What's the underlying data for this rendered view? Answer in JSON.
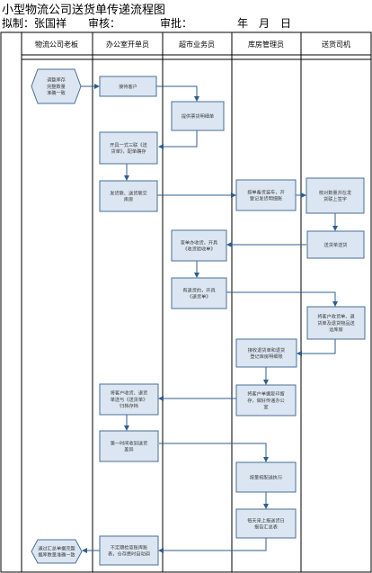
{
  "title": "小型物流公司送货单传递流程图",
  "meta": {
    "author_label": "拟制：张国祥",
    "review_label": "审核：",
    "approve_label": "审批：",
    "date_label": "年　月　日"
  },
  "lanes": [
    "物流公司老板",
    "办公室开单员",
    "超市业务员",
    "库房管理员",
    "送货司机"
  ],
  "nodes": {
    "n1": [
      "调整库存",
      "完整数量",
      "准确一致"
    ],
    "n2": [
      "接待客户"
    ],
    "n3": [
      "提供票货明细单"
    ],
    "n4": [
      "开具一式三联《送",
      "货单》，配单确存"
    ],
    "n5": [
      "发货联、送货联交",
      "库房"
    ],
    "n6": [
      "按单备货装车，开",
      "登记发货明细账"
    ],
    "n7": [
      "核对数量并在发",
      "货联上签字"
    ],
    "n8": [
      "送货单送货"
    ],
    "n9": [
      "查单办收货，开具",
      "《收货验收单》"
    ],
    "n10": [
      "有退货的，开具",
      "《退货单》"
    ],
    "n11": [
      "将客户收货单、退",
      "货单及退货物品送",
      "运库房"
    ],
    "n12": [
      "接收退货单和退货",
      "登记库房明细账"
    ],
    "n13": [
      "将客户收货、退货",
      "单送与《送货单》",
      "归档存档"
    ],
    "n14": [
      "将客户单据复印留",
      "存，做好传递办公",
      "室"
    ],
    "n15": [
      "第一时间收到送货",
      "差异"
    ],
    "n16": [
      "按量核配送执行"
    ],
    "n17": [
      "每天采上报送货日",
      "报告汇总表"
    ],
    "n18": [
      "不定期检查账库账",
      "表，仓存费时自动调"
    ],
    "n19": [
      "通过汇总单据完整",
      "据库数量准确一致"
    ]
  }
}
